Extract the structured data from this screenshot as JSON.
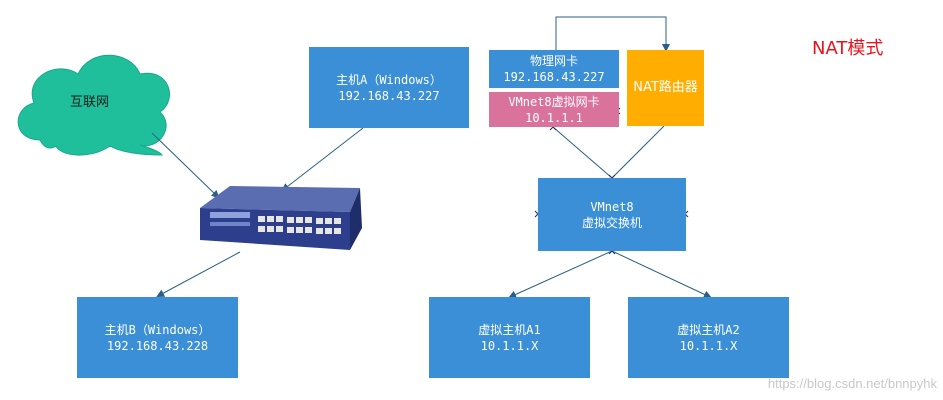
{
  "title": "NAT模式",
  "watermark": "https://blog.csdn.net/bnnpyhk",
  "cloud": {
    "label": "互联网"
  },
  "hostA": {
    "name": "主机A（Windows）",
    "ip": "192.168.43.227"
  },
  "hostB": {
    "name": "主机B（Windows）",
    "ip": "192.168.43.228"
  },
  "physical_nic": {
    "name": "物理网卡",
    "ip": "192.168.43.227"
  },
  "vmnet8_nic": {
    "name": "VMnet8虚拟网卡",
    "ip": "10.1.1.1"
  },
  "nat_router": {
    "name": "NAT路由器"
  },
  "vswitch": {
    "name": "VMnet8",
    "sub": "虚拟交换机"
  },
  "vmA1": {
    "name": "虚拟主机A1",
    "ip": "10.1.1.X"
  },
  "vmA2": {
    "name": "虚拟主机A2",
    "ip": "10.1.1.X"
  },
  "colors": {
    "box_blue": "#3a8fd6",
    "pink": "#d9739b",
    "orange": "#ffae00",
    "cloud": "#1fbf9b",
    "title_red": "#e8141b"
  }
}
